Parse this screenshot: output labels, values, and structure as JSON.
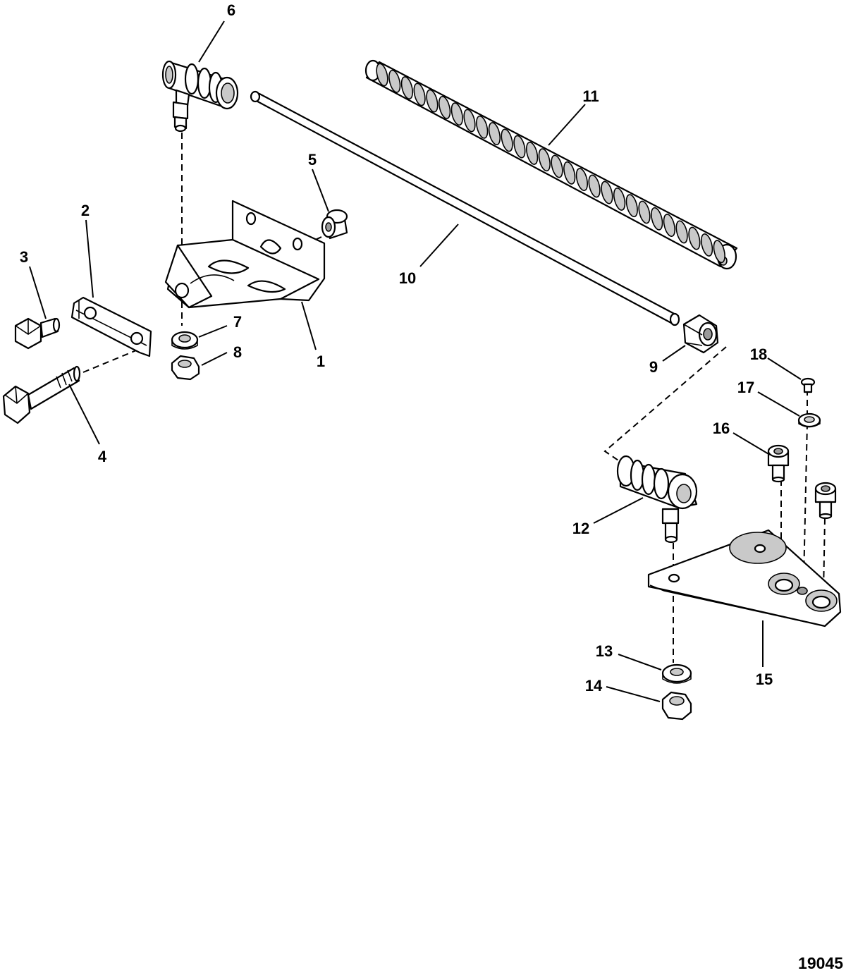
{
  "callouts": [
    {
      "id": "1",
      "label": "1"
    },
    {
      "id": "2",
      "label": "2"
    },
    {
      "id": "3",
      "label": "3"
    },
    {
      "id": "4",
      "label": "4"
    },
    {
      "id": "5",
      "label": "5"
    },
    {
      "id": "6",
      "label": "6"
    },
    {
      "id": "7",
      "label": "7"
    },
    {
      "id": "8",
      "label": "8"
    },
    {
      "id": "9",
      "label": "9"
    },
    {
      "id": "10",
      "label": "10"
    },
    {
      "id": "11",
      "label": "11"
    },
    {
      "id": "12",
      "label": "12"
    },
    {
      "id": "13",
      "label": "13"
    },
    {
      "id": "14",
      "label": "14"
    },
    {
      "id": "15",
      "label": "15"
    },
    {
      "id": "16",
      "label": "16"
    },
    {
      "id": "17",
      "label": "17"
    },
    {
      "id": "18",
      "label": "18"
    }
  ],
  "figure_number": "19045"
}
